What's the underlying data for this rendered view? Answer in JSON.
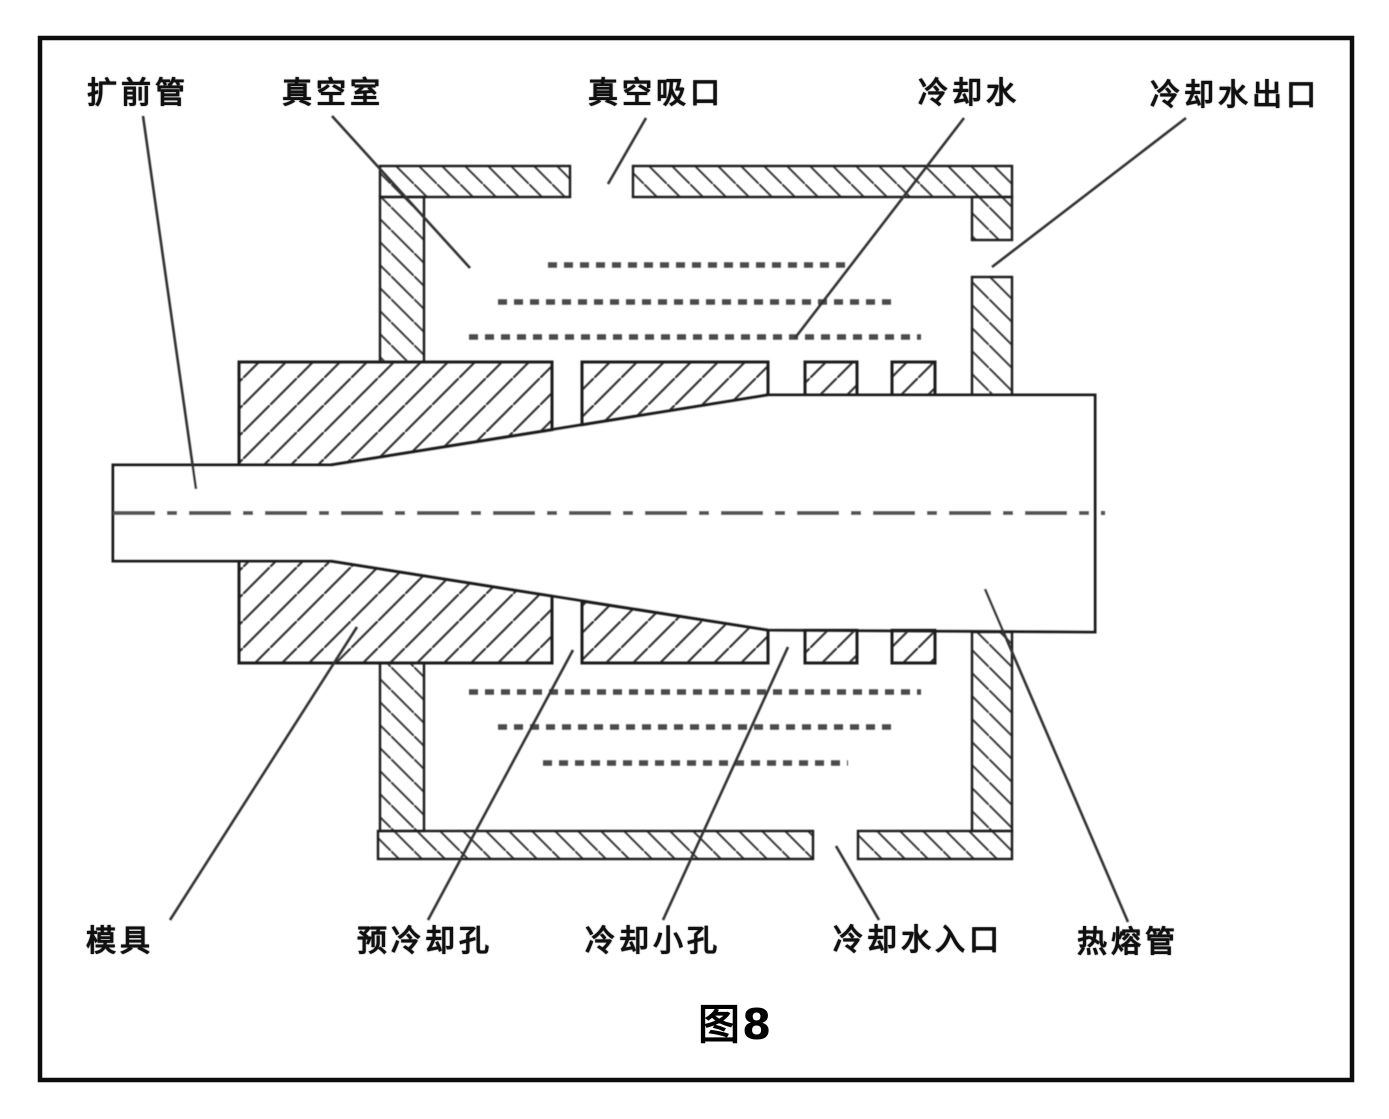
{
  "figure": {
    "caption": "图8",
    "labels": [
      {
        "id": "pre-expansion-pipe",
        "text": "扩前管"
      },
      {
        "id": "vacuum-chamber",
        "text": "真空室"
      },
      {
        "id": "vacuum-suction-port",
        "text": "真空吸口"
      },
      {
        "id": "cooling-water",
        "text": "冷却水"
      },
      {
        "id": "cooling-water-outlet",
        "text": "冷却水出口"
      },
      {
        "id": "mold",
        "text": "模具"
      },
      {
        "id": "pre-cooling-hole",
        "text": "预冷却孔"
      },
      {
        "id": "small-cooling-hole",
        "text": "冷却小孔"
      },
      {
        "id": "cooling-water-inlet",
        "text": "冷却水入口"
      },
      {
        "id": "hot-melt-pipe",
        "text": "热熔管"
      }
    ],
    "colors": {
      "line": "#2a2a2a",
      "background": "#ffffff"
    }
  }
}
